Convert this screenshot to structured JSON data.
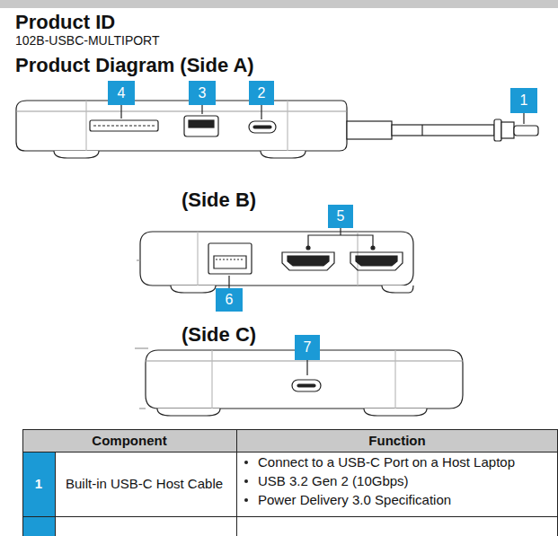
{
  "diagram": {
    "title": "Product ID",
    "nodes": [
      {
        "text": [
          "4"
        ]
      },
      {
        "text": [
          "3"
        ]
      },
      {
        "text": [
          "2"
        ]
      },
      {
        "text": [
          "1"
        ]
      },
      {
        "text": [
          "5"
        ]
      },
      {
        "text": [
          "6"
        ]
      },
      {
        "text": [
          "7"
        ]
      }
    ],
    "labels": [
      "102B-USBC-MULTIPORT",
      "Product Diagram (Side A)",
      "(Side B)",
      "(Side C)",
      "Component",
      "Function",
      "1",
      "Built-in USB-C Host Cable",
      "Connect to a USB-C Port on a Host Laptop",
      "USB 3.2 Gen 2 (10Gbps)",
      "Power Delivery 3.0 Specification"
    ]
  }
}
